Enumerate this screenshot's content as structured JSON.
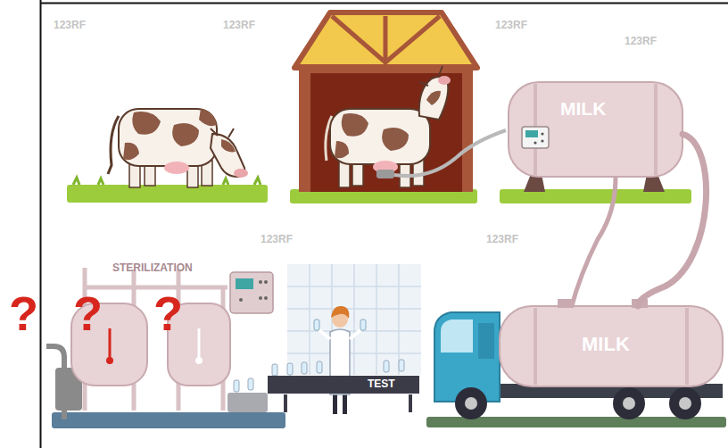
{
  "diagram": {
    "nodes": [
      {
        "text": [
          "MILK"
        ]
      },
      {
        "text": [
          "MILK"
        ]
      },
      {
        "text": [
          "STERILIZATION"
        ]
      },
      {
        "text": [
          "TEST"
        ]
      }
    ],
    "edges": [
      {
        "from": 0,
        "to": 1,
        "arrow": "none"
      }
    ],
    "labels": [
      "?",
      "?",
      "?",
      "123RF",
      "123RF",
      "123RF",
      "123RF",
      "123RF",
      "123RF"
    ]
  }
}
